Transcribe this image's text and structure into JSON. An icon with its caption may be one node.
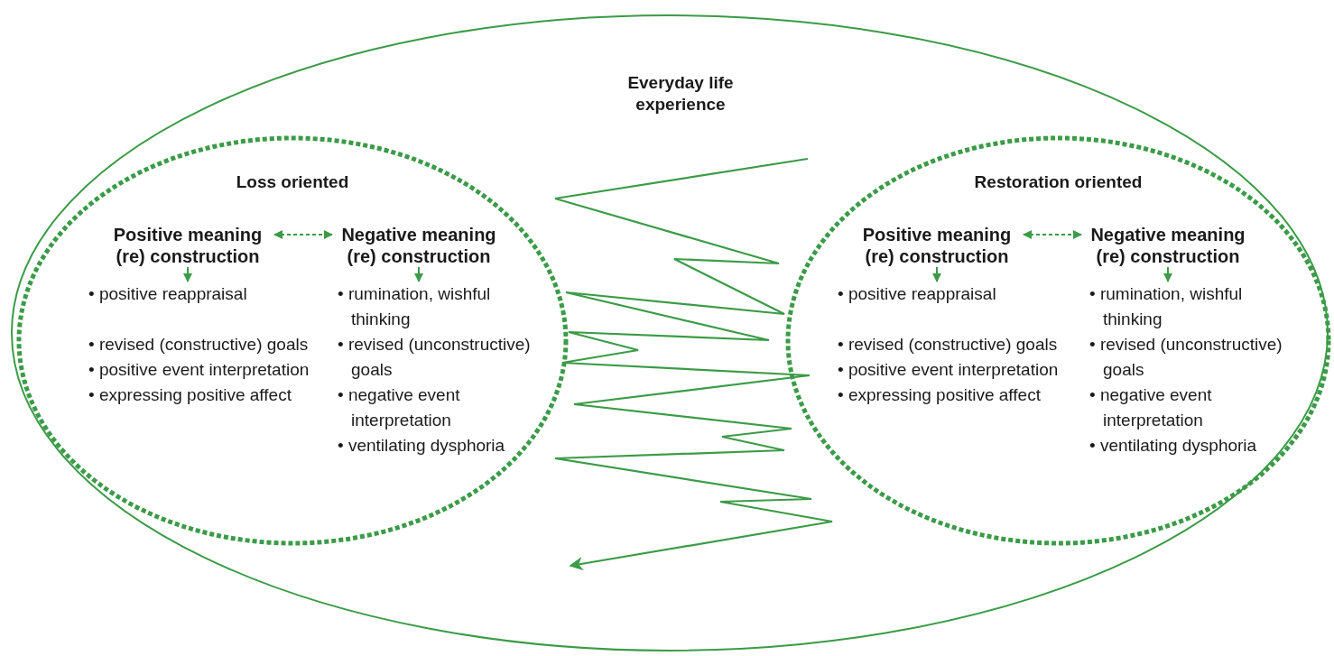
{
  "diagram": {
    "nodes": [
      {
        "text": [
          "Everyday life experience"
        ]
      },
      {
        "text": [
          "Loss oriented"
        ],
        "in": 0
      },
      {
        "text": [
          "Positive meaning (re) construction"
        ],
        "in": 1
      },
      {
        "text": [
          "Negative meaning (re) construction"
        ],
        "in": 1
      },
      {
        "text": [
          "• positive reappraisal",
          "• revised (constructive) goals",
          "• positive event interpretation",
          "• expressing positive affect"
        ],
        "in": 1
      },
      {
        "text": [
          "• rumination, wishful thinking",
          "• revised (unconstructive) goals",
          "• negative event interpretation",
          "• ventilating dysphoria"
        ],
        "in": 1
      },
      {
        "text": [
          "Restoration oriented"
        ],
        "in": 0
      },
      {
        "text": [
          "Positive meaning (re) construction"
        ],
        "in": 6
      },
      {
        "text": [
          "Negative meaning (re) construction"
        ],
        "in": 6
      },
      {
        "text": [
          "• positive reappraisal",
          "• revised (constructive) goals",
          "• positive event interpretation",
          "• expressing positive affect"
        ],
        "in": 6
      },
      {
        "text": [
          "• rumination, wishful thinking",
          "• revised (unconstructive) goals",
          "• negative event interpretation",
          "• ventilating dysphoria"
        ],
        "in": 6
      }
    ],
    "edges": [
      {
        "from": 2,
        "to": 3,
        "arrow": "both",
        "style": "dashed"
      },
      {
        "from": 2,
        "to": 4,
        "arrow": "to"
      },
      {
        "from": 3,
        "to": 5,
        "arrow": "to"
      },
      {
        "from": 7,
        "to": 8,
        "arrow": "both",
        "style": "dashed"
      },
      {
        "from": 7,
        "to": 9,
        "arrow": "to"
      },
      {
        "from": 8,
        "to": 10,
        "arrow": "to"
      }
    ]
  }
}
